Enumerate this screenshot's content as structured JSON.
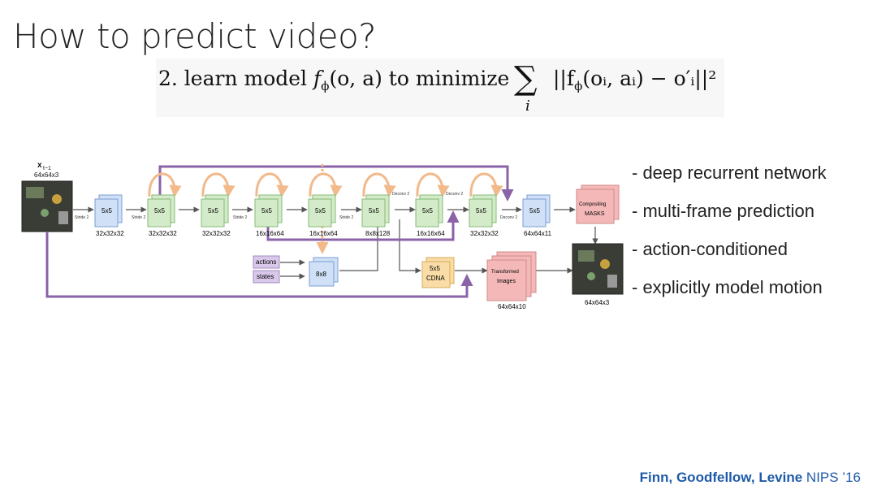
{
  "slide": {
    "title": "How to predict video?",
    "formula": {
      "prefix": "2. learn model",
      "fn": "f",
      "sub": "ϕ",
      "args": "(o, a)",
      "mid": " to minimize",
      "sum": "∑",
      "sum_index": "i",
      "body": "||f",
      "body_sub": "ϕ",
      "body_args": "(oᵢ, aᵢ) − o′ᵢ||²"
    },
    "bullets": [
      "- deep recurrent network",
      "- multi-frame prediction",
      "- action-conditioned",
      "- explicitly model motion"
    ],
    "citation": {
      "authors": "Finn, Goodfellow, Levine",
      "venue": " NIPS ’16"
    }
  },
  "diagram": {
    "input_label": "x",
    "input_sub": "t−1",
    "input_dims": "64x64x3",
    "conv_labels": [
      "5x5",
      "5x5",
      "5x5",
      "5x5",
      "5x5",
      "5x5",
      "5x5",
      "5x5",
      "5x5"
    ],
    "dims": [
      "32x32x32",
      "32x32x32",
      "32x32x32",
      "16x16x64",
      "16x16x64",
      "8x8x128",
      "16x16x64",
      "32x32x32",
      "64x64x11"
    ],
    "strides": [
      "Stride 2",
      "Stride 2",
      "Stride 2",
      "Stride 2"
    ],
    "deconvs": [
      "Deconv 2",
      "Deconv 2",
      "Deconv 2"
    ],
    "actions": "actions",
    "states": "states",
    "fc_label": "8x8",
    "cdna_top": "5x5",
    "cdna_bottom": "CDNA",
    "masks_top": "Compositing",
    "masks_bottom": "MASKS",
    "transformed_top": "Transformed",
    "transformed_bottom": "Images",
    "transformed_dims": "64x64x10",
    "output_dims": "64x64x3",
    "colors": {
      "blue": "#cfe0f7",
      "green": "#d3ebc8",
      "pink": "#f4b8b8",
      "orange": "#f9dca6",
      "purple": "#8a63a8",
      "loop": "#f2b98b",
      "lavender": "#d9c8ea"
    }
  }
}
